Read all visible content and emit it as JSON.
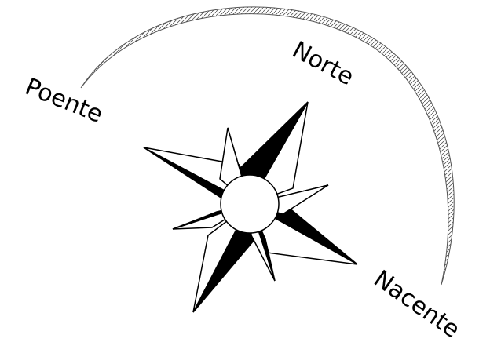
{
  "diagram": {
    "labels": {
      "north": "Norte",
      "west": "Poente",
      "east": "Nacente"
    },
    "colors": {
      "ink": "#000000",
      "paper": "#ffffff",
      "arc_line": "#555555"
    },
    "icons": [
      "compass-rose-icon"
    ]
  }
}
